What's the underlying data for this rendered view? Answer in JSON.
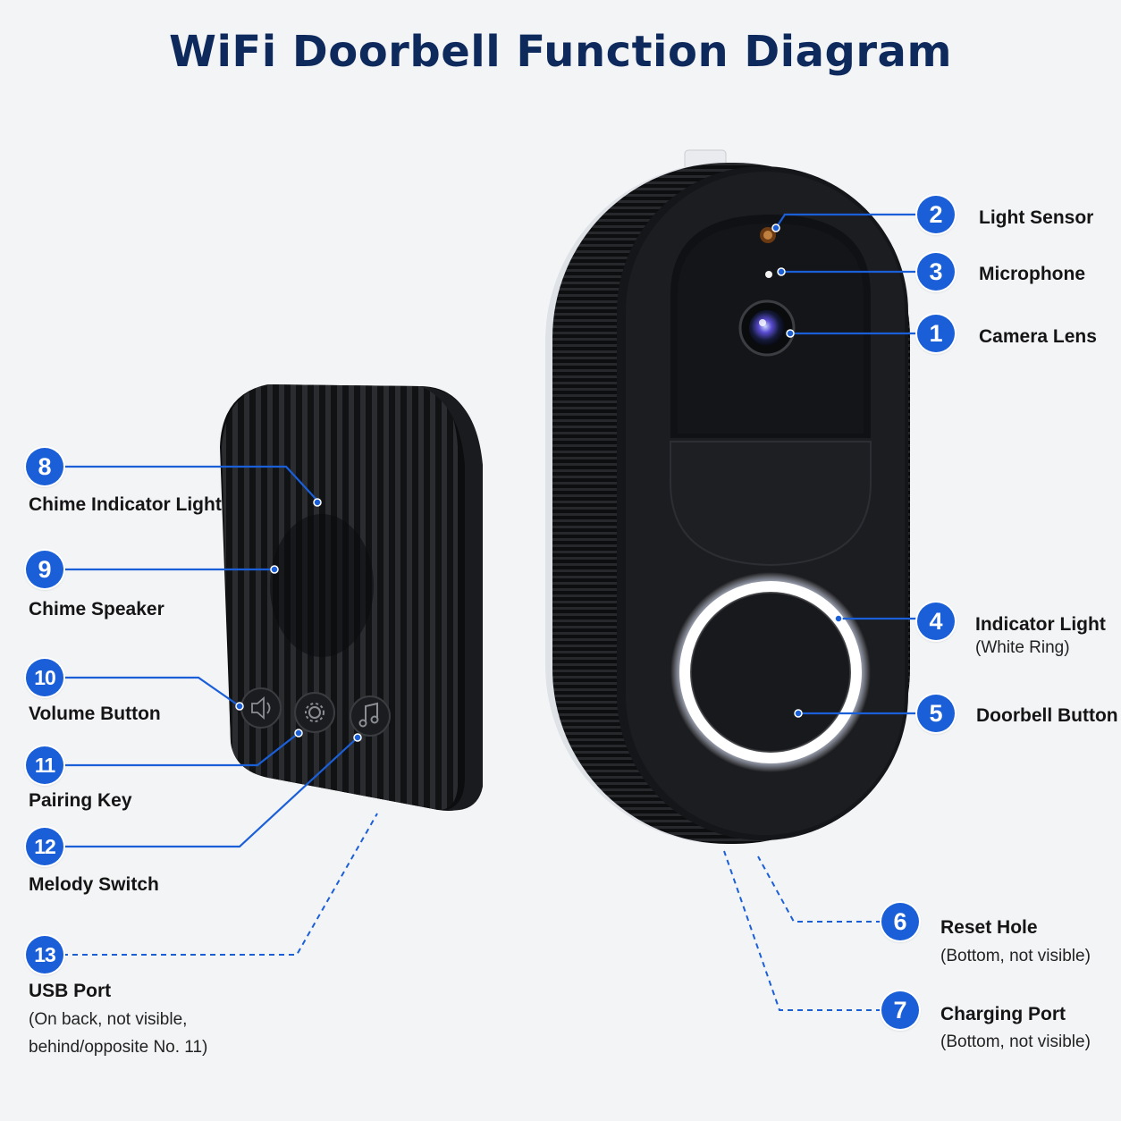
{
  "title": "WiFi Doorbell Function Diagram",
  "callouts": [
    {
      "number": "1",
      "label": "Camera Lens",
      "note": ""
    },
    {
      "number": "2",
      "label": "Light Sensor",
      "note": ""
    },
    {
      "number": "3",
      "label": "Microphone",
      "note": ""
    },
    {
      "number": "4",
      "label": "Indicator Light",
      "note": "(White Ring)"
    },
    {
      "number": "5",
      "label": "Doorbell Button",
      "note": ""
    },
    {
      "number": "6",
      "label": "Reset Hole",
      "note": "(Bottom, not visible)"
    },
    {
      "number": "7",
      "label": "Charging Port",
      "note": "(Bottom, not visible)"
    },
    {
      "number": "8",
      "label": "Chime Indicator Light",
      "note": ""
    },
    {
      "number": "9",
      "label": "Chime Speaker",
      "note": ""
    },
    {
      "number": "10",
      "label": "Volume Button",
      "note": ""
    },
    {
      "number": "11",
      "label": "Pairing Key",
      "note": ""
    },
    {
      "number": "12",
      "label": "Melody Switch",
      "note": ""
    },
    {
      "number": "13",
      "label": "USB Port",
      "note_lines": [
        "(On back, not visible,",
        "behind/opposite No. 11)"
      ]
    }
  ],
  "colors": {
    "title": "#0e2a5c",
    "badge": "#1a5fd8",
    "leader_line": "#1a5fd8",
    "device_body": "#141517",
    "ring_light": "#ffffff",
    "background": "#f3f4f6"
  },
  "icons": [
    "volume-icon",
    "gear-icon",
    "music-note-icon"
  ]
}
